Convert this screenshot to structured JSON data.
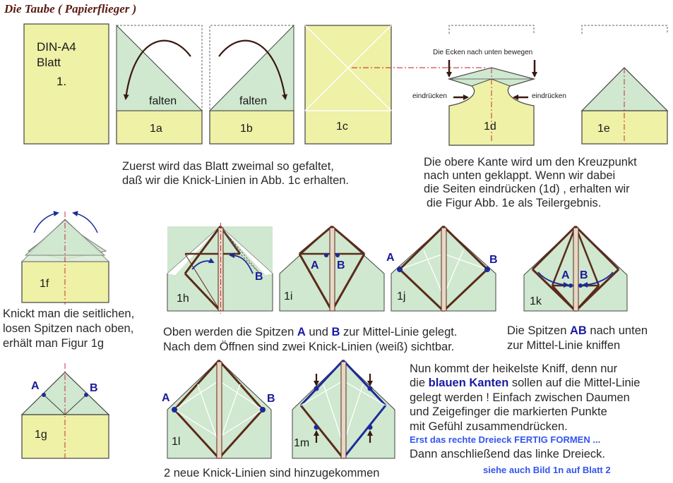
{
  "title": "Die Taube ( Papierflieger )",
  "sheet": {
    "l1": "DIN-A4",
    "l2": "Blatt",
    "l3": "1."
  },
  "labels": {
    "falten": "falten",
    "s1a": "1a",
    "s1b": "1b",
    "s1c": "1c",
    "s1d": "1d",
    "s1e": "1e",
    "s1f": "1f",
    "s1g": "1g",
    "s1h": "1h",
    "s1i": "1i",
    "s1j": "1j",
    "s1k": "1k",
    "s1l": "1l",
    "s1m": "1m",
    "A": "A",
    "B": "B",
    "ecken": "Die Ecken nach unten bewegen",
    "eindruecken": "eindrücken"
  },
  "captions": {
    "c1": [
      "Zuerst wird das Blatt zweimal so gefaltet,",
      "daß wir die Knick-Linien in Abb. 1c erhalten."
    ],
    "c2": [
      "Die obere Kante wird um den Kreuzpunkt",
      "nach unten geklappt. Wenn wir dabei",
      "die Seiten eindrücken (1d) , erhalten wir",
      "die Figur Abb. 1e als Teilergebnis."
    ],
    "c3": [
      "Knickt man die seitlichen,",
      "losen Spitzen nach oben,",
      "erhält man Figur 1g"
    ],
    "c4a": "Oben werden die Spitzen ",
    "c4b": " und ",
    "c4c": " zur Mittel-Linie gelegt.",
    "c4d": "Nach dem Öffnen sind zwei Knick-Linien (weiß) sichtbar.",
    "c5a": "Die Spitzen ",
    "c5b": "AB",
    "c5c": " nach unten",
    "c5d": "zur Mittel-Linie kniffen",
    "c6a": "Nun kommt der heikelste Kniff, denn nur",
    "c6b": "die ",
    "c6c": "blauen Kanten",
    "c6d": " sollen auf die Mittel-Linie",
    "c6e": "gelegt werden ! Einfach zwischen Daumen",
    "c6f": "und Zeigefinger die markierten Punkte",
    "c6g": "mit Gefühl zusammendrücken.",
    "c7": "Erst das rechte Dreieck FERTIG FORMEN ...",
    "c8": "Dann anschließend das linke Dreieck.",
    "c9": "2 neue Knick-Linien sind hinzugekommen",
    "c10": "siehe auch Bild 1n auf Blatt 2"
  },
  "colors": {
    "yellow": "#eef1a6",
    "green": "#cfe8cf",
    "brown": "#5b2a1a",
    "blue": "#1c2a9a",
    "red": "#c41a2a"
  }
}
